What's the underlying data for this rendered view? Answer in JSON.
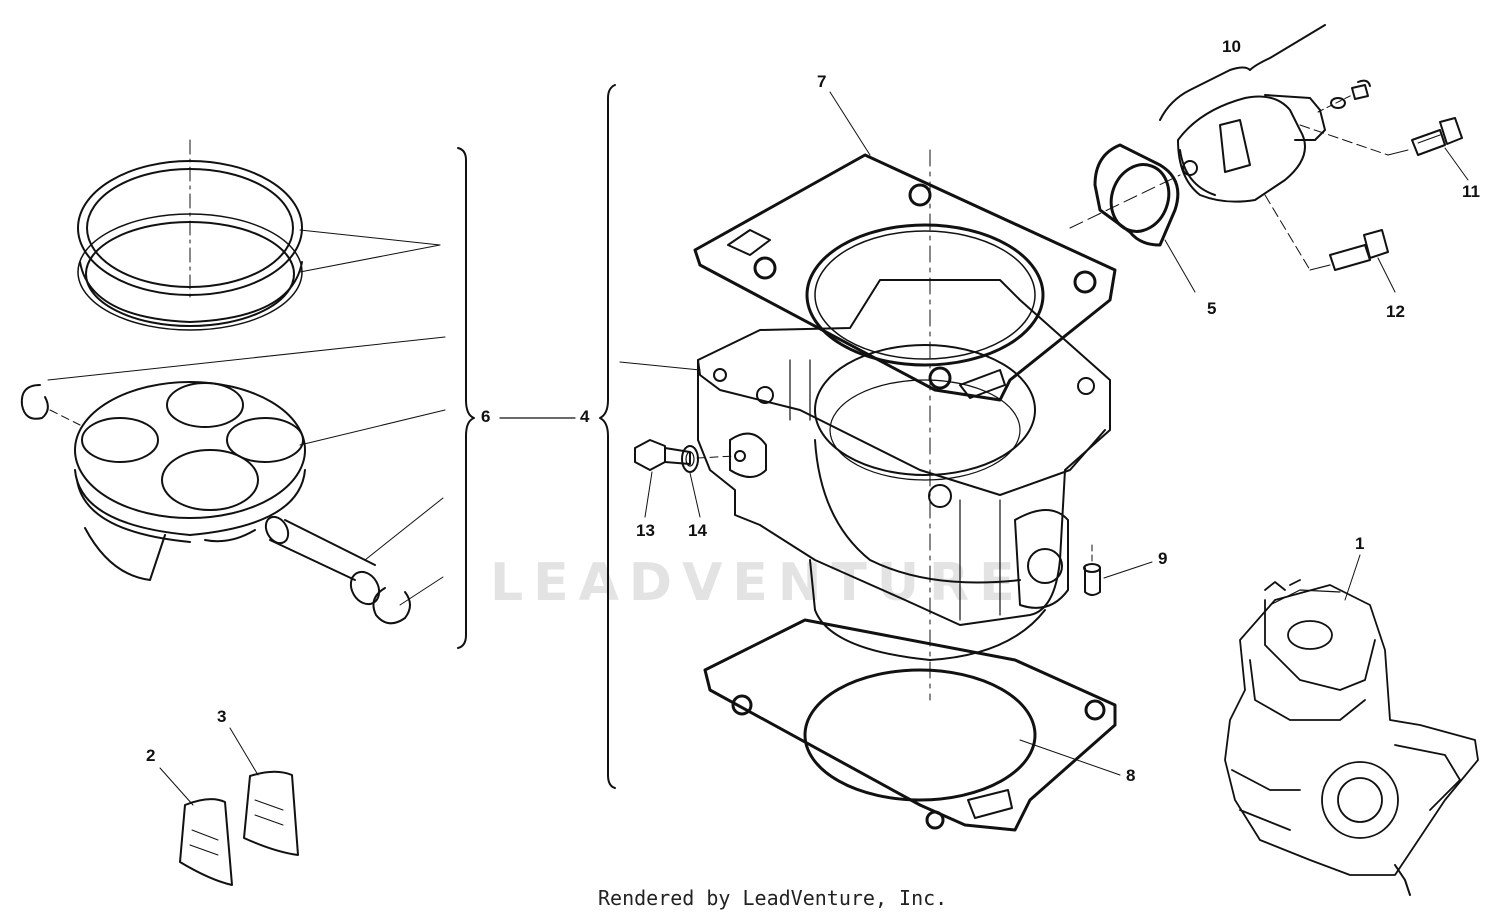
{
  "watermark": "LEADVENTURE",
  "footer": "Rendered by LeadVenture, Inc.",
  "callouts": {
    "c1": "1",
    "c2": "2",
    "c3": "3",
    "c4": "4",
    "c5": "5",
    "c6": "6",
    "c7": "7",
    "c8": "8",
    "c9": "9",
    "c10": "10",
    "c11": "11",
    "c12": "12",
    "c13": "13",
    "c14": "14"
  }
}
